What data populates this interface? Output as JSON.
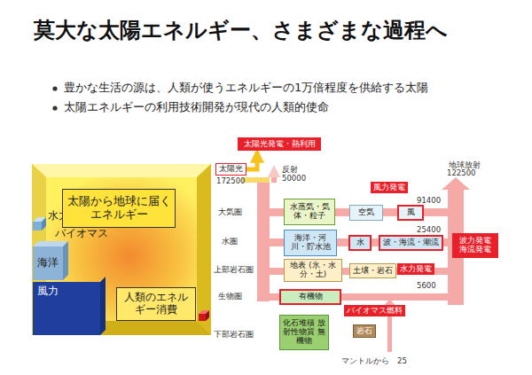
{
  "diagram": {
    "title": "莫大な太陽エネルギー、さまざまな過程へ",
    "nodes": [
      {
        "text": [
          "太陽から地球に届くエネルギー"
        ]
      },
      {
        "text": [
          "海洋"
        ]
      },
      {
        "text": [
          "風力"
        ]
      },
      {
        "text": [
          "人類のエネルギー消費"
        ]
      },
      {
        "text": [
          "太陽光発電・熱利用"
        ]
      },
      {
        "text": [
          "太陽光"
        ]
      },
      {
        "text": [
          "水蒸気・気体・粒子"
        ]
      },
      {
        "text": [
          "空気"
        ]
      },
      {
        "text": [
          "風"
        ]
      },
      {
        "text": [
          "風力発電"
        ]
      },
      {
        "text": [
          "海洋・河川・貯水池"
        ]
      },
      {
        "text": [
          "水"
        ]
      },
      {
        "text": [
          "波・海流・潮流"
        ]
      },
      {
        "text": [
          "波力発電 海流発電"
        ]
      },
      {
        "text": [
          "地表 (氷・水分・土)"
        ]
      },
      {
        "text": [
          "土壌・岩石"
        ]
      },
      {
        "text": [
          "水力発電"
        ]
      },
      {
        "text": [
          "有機物"
        ]
      },
      {
        "text": [
          "バイオマス燃料"
        ]
      },
      {
        "text": [
          "化石堆積 放射性物質 無機物"
        ]
      },
      {
        "text": [
          "岩石"
        ]
      }
    ],
    "edges": [
      {
        "from": 5,
        "to": 4,
        "arrow": "to"
      }
    ],
    "labels": [
      "豊かな生活の源は、人類が使うエネルギーの1万倍程度を供給する太陽",
      "太陽エネルギーの利用技術開発が現代の人類的使命",
      "水力",
      "バイオマス",
      "反射",
      "50000",
      "172500",
      "地球放射",
      "122500",
      "大気圏",
      "水圏",
      "上部岩石圏",
      "生物圏",
      "下部岩石圏",
      "91400",
      "25400",
      "5600",
      "マントルから　25"
    ]
  }
}
